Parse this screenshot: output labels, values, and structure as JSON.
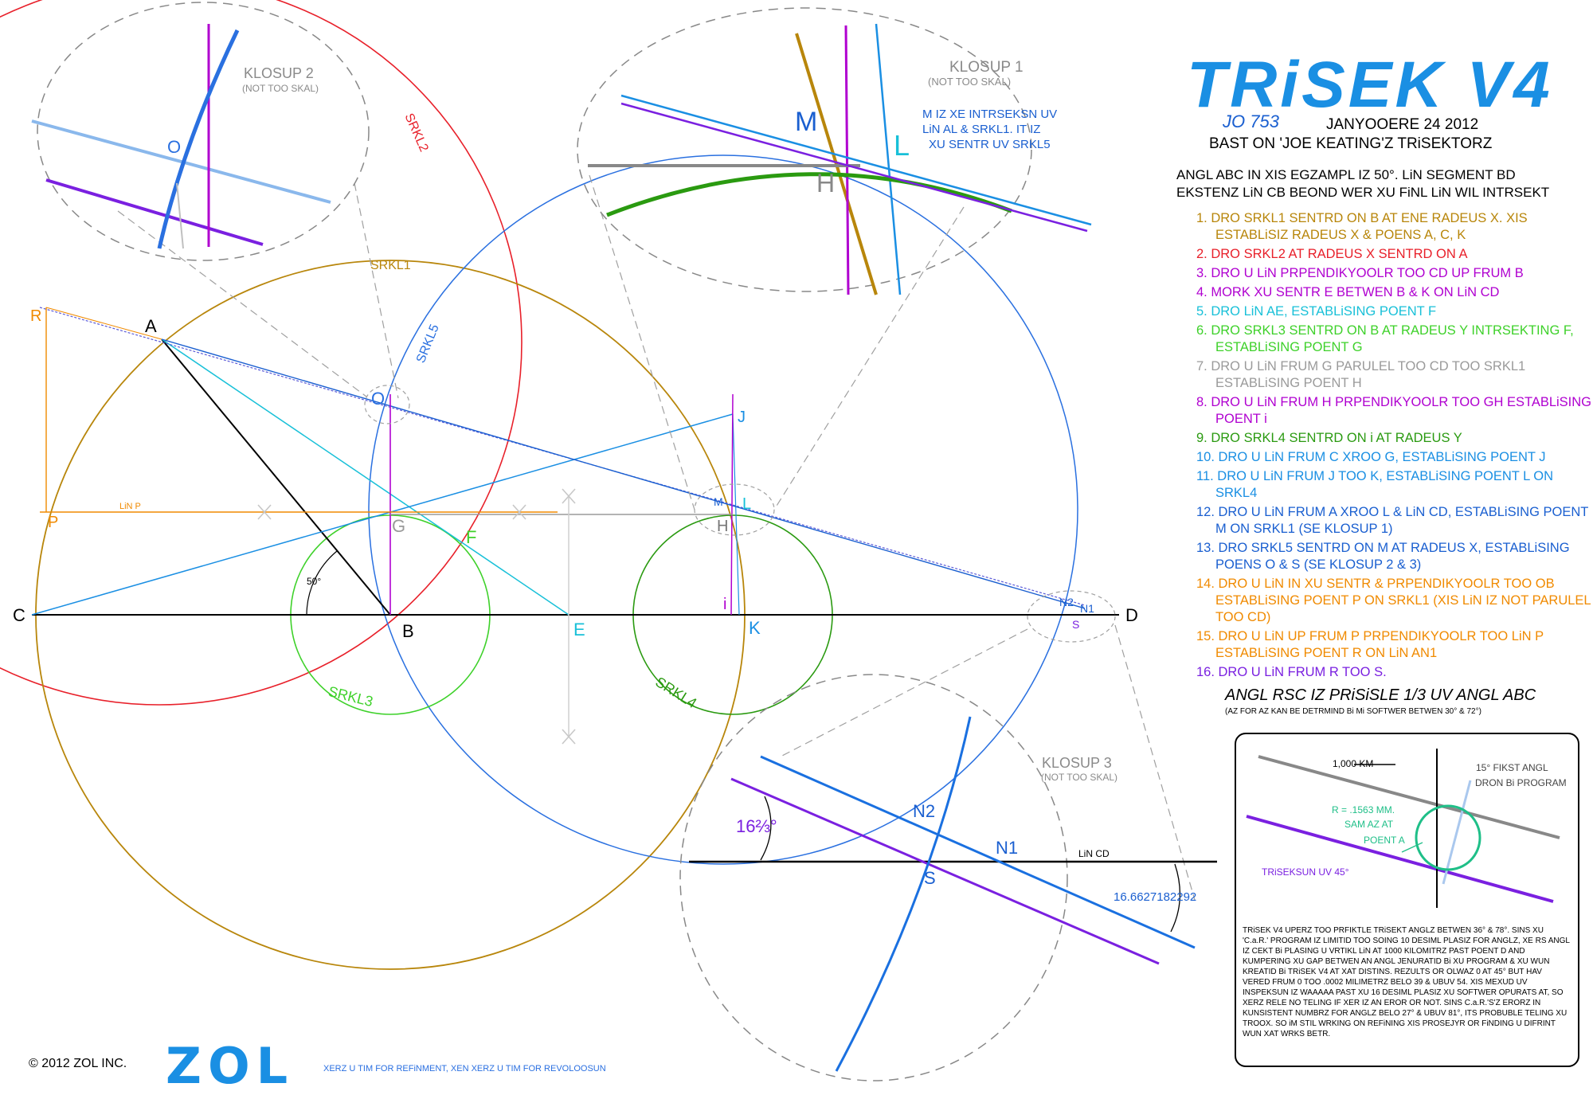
{
  "title": "TRiSEK V4",
  "header": {
    "id": "JO 753",
    "date": "JANYOOERE 24 2012",
    "based_on": "BAST ON 'JOE KEATING'Z TRiSEKTORZ",
    "intro_line1": "ANGL ABC IN XIS EGZAMPL IZ 50°. LiN SEGMENT BD",
    "intro_line2": "EKSTENZ LiN CB BEOND WER XU FiNL LiN WIL INTRSEKT"
  },
  "steps": [
    {
      "text": "1. DRO SRKL1 SENTRD ON B AT ENE RADEUS X. XIS ESTABLiSIZ RADEUS X & POENS A, C, K",
      "color": "#b8860b"
    },
    {
      "text": "2. DRO SRKL2 AT RADEUS X SENTRD ON A",
      "color": "#e8202a"
    },
    {
      "text": "3. DRO U LiN PRPENDIKYOOLR TOO CD UP FRUM B",
      "color": "#b000d0"
    },
    {
      "text": "4. MORK XU SENTR E BETWEN B & K ON LiN CD",
      "color": "#b000d0"
    },
    {
      "text": "5. DRO LiN AE, ESTABLiSING POENT F",
      "color": "#18c0d8"
    },
    {
      "text": "6. DRO SRKL3 SENTRD ON B AT RADEUS Y INTRSEKTING F, ESTABLiSING POENT G",
      "color": "#3ed12a"
    },
    {
      "text": "7. DRO U LiN FRUM G PARULEL TOO CD TOO SRKL1 ESTABLiSING POENT H",
      "color": "#9a9a9a"
    },
    {
      "text": "8. DRO U LiN FRUM H PRPENDIKYOOLR TOO GH ESTABLiSING POENT i",
      "color": "#b000d0"
    },
    {
      "text": "9. DRO SRKL4 SENTRD ON i AT RADEUS Y",
      "color": "#2a9a10"
    },
    {
      "text": "10. DRO U LiN FRUM C XROO G, ESTABLiSING POENT J",
      "color": "#1a8fe3"
    },
    {
      "text": "11. DRO U LiN FRUM J TOO K, ESTABLiSING POENT L ON SRKL4",
      "color": "#1a8fe3"
    },
    {
      "text": "12. DRO U LiN FRUM A XROO L & LiN CD, ESTABLiSING POENT M ON SRKL1 (SE KLOSUP 1)",
      "color": "#1a5fd0"
    },
    {
      "text": "13. DRO SRKL5 SENTRD ON M AT RADEUS X, ESTABLiSING POENS O & S (SE KLOSUP 2 & 3)",
      "color": "#1a5fd0"
    },
    {
      "text": "14. DRO U LiN IN XU SENTR & PRPENDIKYOOLR TOO OB ESTABLiSING POENT P ON SRKL1 (XIS LiN IZ NOT PARULEL TOO CD)",
      "color": "#f08a00"
    },
    {
      "text": "15. DRO U LiN UP FRUM P PRPENDIKYOOLR TOO LiN P ESTABLiSING POENT R ON LiN AN1",
      "color": "#f08a00"
    },
    {
      "text": "16. DRO U LiN FRUM R TOO S.",
      "color": "#7a20e0"
    }
  ],
  "conclusion": "ANGL RSC IZ PRiSiSLE 1/3 UV ANGL ABC",
  "conclusion_sub": "(AZ FOR AZ KAN BE DETRMIND Bi Mi SOFTWER BETWEN 30° & 72°)",
  "inset": {
    "distance_label": "1,000 KM",
    "fixed_angle": "15° FIKST ANGL",
    "drawn_by": "DRON Bi PROGRAM",
    "radius_label": "R = .1563 MM.",
    "same_as": "SAM AZ AT",
    "point_a": "POENT A",
    "trisection": "TRiSEKSUN UV 45°",
    "text": "TRiSEK V4 UPERZ TOO PRFIKTLE TRiSEKT ANGLZ BETWEN 36° & 78°. SINS XU 'C.a.R.' PROGRAM IZ LIMITID TOO SOING 10 DESIML PLASIZ FOR ANGLZ, XE RS ANGL IZ CEKT Bi PLASING U VRTIKL LiN AT 1000 KILOMITRZ PAST POENT D AND KUMPERING XU GAP BETWEN AN ANGL JENURATID Bi XU PROGRAM & XU WUN KREATID Bi TRiSEK V4 AT XAT DISTINS. REZULTS OR OLWAZ 0 AT 45° BUT HAV VERED FRUM 0 TOO .0002 MILIMETRZ BELO 39 & UBUV 54. XIS MEXUD UV INSPEKSUN IZ WAAAAA PAST XU 16 DESIML PLASIZ XU SOFTWER OPURATS AT, SO XERZ RELE NO TELING IF XER IZ AN EROR OR NOT. SINS C.a.R.'S'Z ERORZ IN KUNSISTENT NUMBRZ FOR ANGLZ BELO 27° & UBUV 81°, ITS PROBUBLE TELING XU TROOX. SO iM STIL WRKING ON REFiNING XIS PROSEJYR OR FiNDING U DIFRINT WUN XAT WRKS BETR."
  },
  "closeup1": {
    "title": "KLOSUP 1",
    "sub": "(NOT TOO SKAL)",
    "note1": "M IZ XE INTRSEKSN UV",
    "note2": "LiN AL & SRKL1. IT IZ",
    "note3": "XU SENTR UV SRKL5",
    "M": "M",
    "H": "H",
    "L": "L"
  },
  "closeup2": {
    "title": "KLOSUP 2",
    "sub": "(NOT TOO SKAL)",
    "O": "O"
  },
  "closeup3": {
    "title": "KLOSUP 3",
    "sub": "(NOT TOO SKAL)",
    "N2": "N2",
    "N1": "N1",
    "S": "S",
    "line_cd": "LiN CD",
    "angle": "16⅔°",
    "value": "16.6627182292"
  },
  "labels": {
    "A": "A",
    "B": "B",
    "C": "C",
    "D": "D",
    "E": "E",
    "F": "F",
    "G": "G",
    "H": "H",
    "i": "i",
    "J": "J",
    "K": "K",
    "L": "L",
    "M": "M",
    "O": "O",
    "P": "P",
    "R": "R",
    "N1": "N1",
    "N2": "N2",
    "S": "S",
    "X": "X",
    "angle50": "50°",
    "lin_p": "LiN P",
    "srkl1": "SRKL1",
    "srkl2": "SRKL2",
    "srkl3": "SRKL3",
    "srkl4": "SRKL4",
    "srkl5": "SRKL5"
  },
  "footer": {
    "copyright": "© 2012 ZOL INC.",
    "logo": "ZOL",
    "slogan": "XERZ U TIM FOR REFiNMENT, XEN XERZ U TIM FOR REVOLOOSUN"
  },
  "colors": {
    "srkl1": "#b8860b",
    "srkl2": "#e8202a",
    "srkl3": "#3ed12a",
    "srkl4": "#2a9a10",
    "srkl5": "#2a70e0",
    "purple": "#b000d0",
    "cyan": "#18c0d8",
    "blue": "#1a8fe3",
    "orange": "#f08a00",
    "violet": "#7a20e0",
    "grey": "#9a9a9a",
    "title": "#1a8fe3"
  }
}
